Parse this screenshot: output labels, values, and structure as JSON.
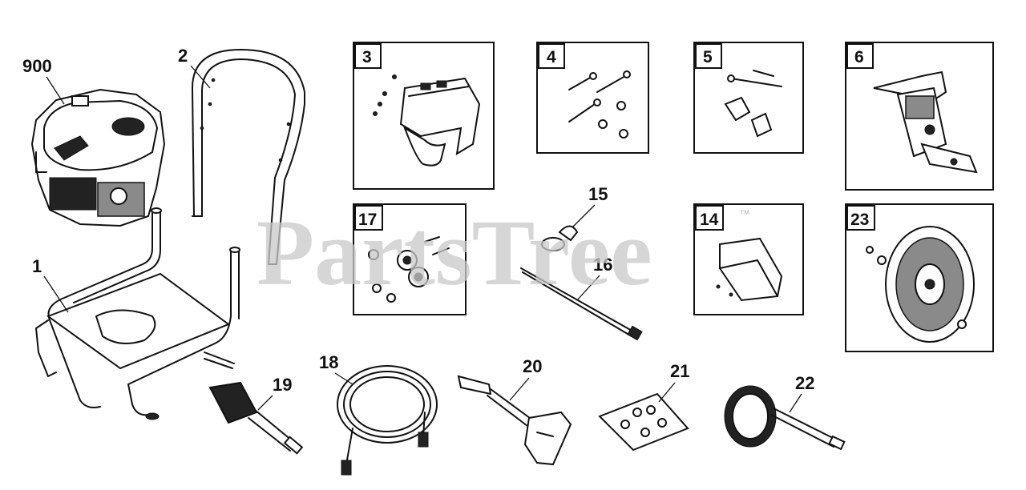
{
  "watermark": {
    "text": "PartsTree",
    "trademark": "™"
  },
  "callouts": {
    "p900": "900",
    "p1": "1",
    "p2": "2",
    "p15": "15",
    "p16": "16",
    "p18": "18",
    "p19": "19",
    "p20": "20",
    "p21": "21",
    "p22": "22"
  },
  "boxes": {
    "p3": "3",
    "p4": "4",
    "p5": "5",
    "p6": "6",
    "p17": "17",
    "p14": "14",
    "p23": "23"
  }
}
